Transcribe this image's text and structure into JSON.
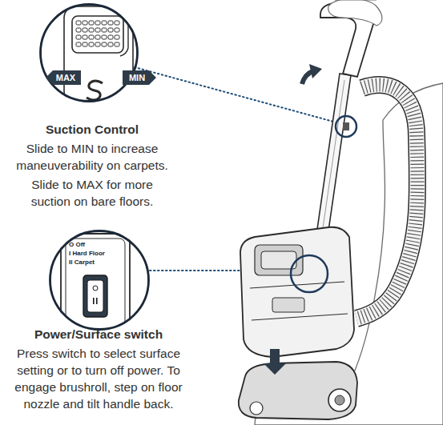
{
  "diagram": {
    "nodes": [
      {
        "text": [
          "MAX",
          "MIN"
        ]
      },
      {
        "text": [
          "O Off",
          "I Hard Floor",
          "II Carpet"
        ]
      }
    ],
    "labels": [
      "Suction Control",
      "Slide to MIN to increase maneuverability on carpets.",
      "Slide to MAX for more suction on bare floors.",
      "Power/Surface switch",
      "Press switch to select surface setting or to turn off power. To engage brushroll, step on floor nozzle and tilt handle back."
    ]
  }
}
